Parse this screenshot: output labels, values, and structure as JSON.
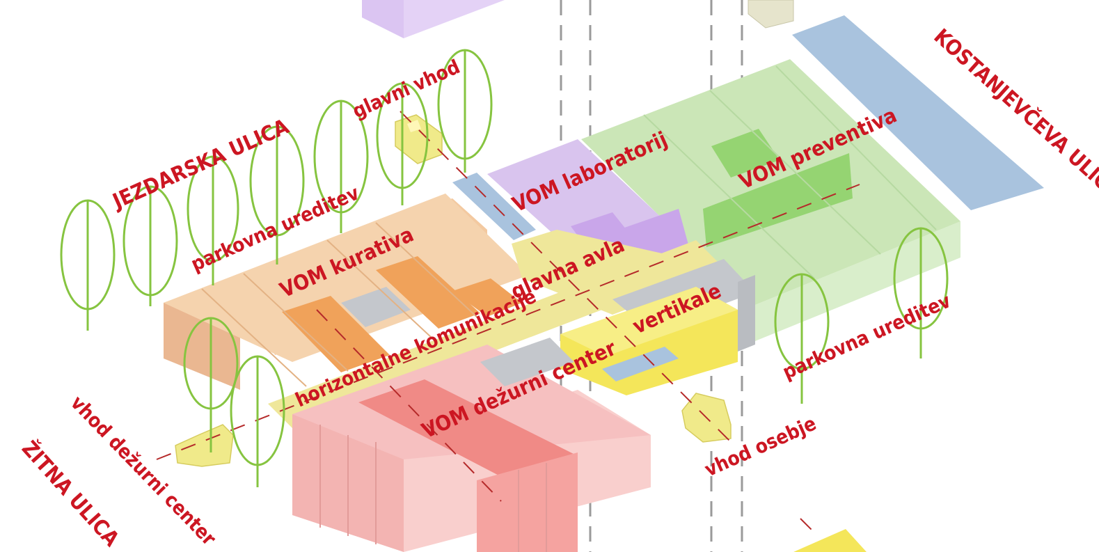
{
  "streets": {
    "jezdarska": "JEZDARSKA ULICA",
    "kostanjevceva": "KOSTANJEVČEVA ULICA",
    "zitna": "ŽITNA ULICA"
  },
  "entrances": {
    "main": "glavni vhod",
    "emergency": "vhod dežurni center",
    "staff": "vhod osebje"
  },
  "zones": {
    "laboratory": "VOM laboratorij",
    "prevention": "VOM preventiva",
    "curative": "VOM kurativa",
    "main_hall": "glavna avla",
    "verticals": "vertikale",
    "horizontal": "horizontalne komunikacije",
    "emergency_center": "VOM dežurni center"
  },
  "landscape": {
    "park_1": "parkovna ureditev",
    "park_2": "parkovna ureditev"
  },
  "colors": {
    "label_red": "#cc1622",
    "curative": "#f3c9a0",
    "curative_accent": "#f0a25a",
    "laboratory": "#d9c4ee",
    "laboratory_accent": "#c9a6ea",
    "prevention": "#cbe6b7",
    "prevention_accent": "#8fd26a",
    "emergency": "#f6c0c0",
    "emergency_accent": "#f08a86",
    "verticals": "#f4e65a",
    "communications": "#efe79a",
    "service_grey": "#c4c7cc",
    "blue_strip": "#a9c3de",
    "tree_green": "#86c440"
  }
}
